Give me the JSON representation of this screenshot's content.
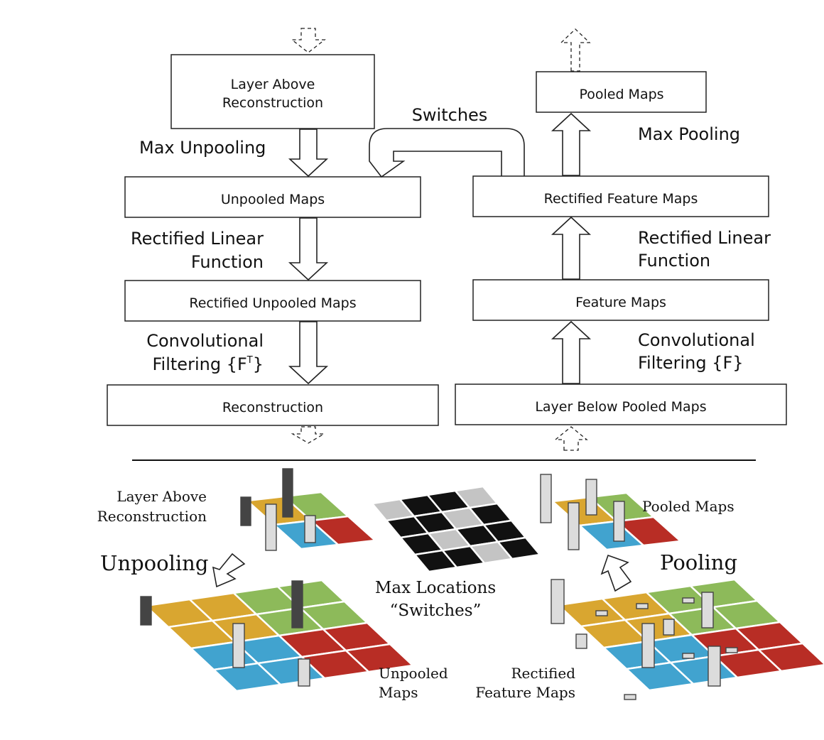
{
  "top": {
    "left": {
      "layer_above": [
        "Layer Above",
        "Reconstruction"
      ],
      "unpooled_maps": "Unpooled Maps",
      "rectified_unpooled_maps": "Rectified Unpooled Maps",
      "reconstruction": "Reconstruction",
      "max_unpooling": "Max Unpooling",
      "relu": [
        "Rectified Linear",
        "Function"
      ],
      "conv": [
        "Convolutional",
        "Filtering {F",
        "T",
        "}"
      ]
    },
    "right": {
      "pooled_maps": "Pooled Maps",
      "rectified_feature_maps": "Rectified Feature Maps",
      "feature_maps": "Feature Maps",
      "layer_below": "Layer Below Pooled Maps",
      "max_pooling": "Max Pooling",
      "relu": [
        "Rectified Linear",
        "Function"
      ],
      "conv": [
        "Convolutional",
        "Filtering {F}"
      ]
    },
    "switches": "Switches"
  },
  "bottom": {
    "layer_above": [
      "Layer Above",
      "Reconstruction"
    ],
    "unpooling": "Unpooling",
    "unpooled_maps": [
      "Unpooled",
      "Maps"
    ],
    "switches_caption": [
      "Max Locations",
      "“Switches”"
    ],
    "pooled_maps": "Pooled Maps",
    "pooling": "Pooling",
    "rectified_feature_maps": [
      "Rectified",
      "Feature Maps"
    ]
  },
  "colors": {
    "yellow": "#d9a630",
    "green": "#8dba5a",
    "blue": "#41a3cf",
    "red": "#b82d25",
    "dark_bar": "#444444",
    "light_bar": "#dcdcdc",
    "switch_black": "#111111",
    "switch_gray": "#c4c4c4"
  },
  "switch_grid": [
    [
      0,
      1,
      1,
      0
    ],
    [
      1,
      1,
      0,
      1
    ],
    [
      1,
      0,
      1,
      1
    ],
    [
      1,
      1,
      0,
      1
    ]
  ]
}
